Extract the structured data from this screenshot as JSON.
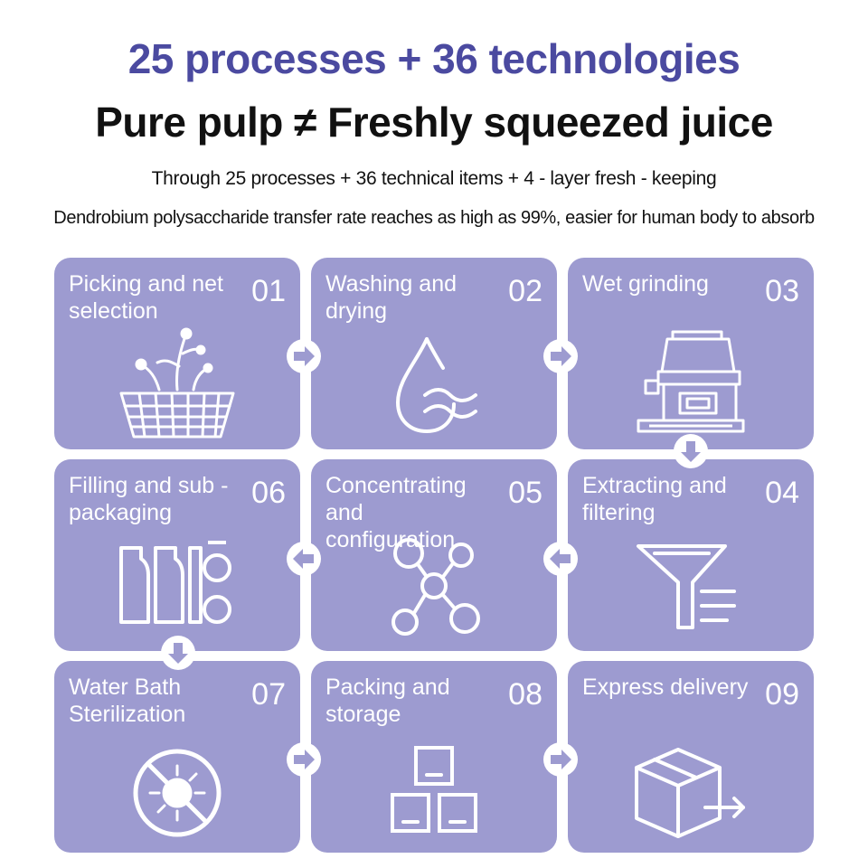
{
  "header": {
    "line1": "25 processes + 36 technologies",
    "line2": "Pure pulp ≠ Freshly squeezed juice",
    "line3": "Through 25 processes + 36 technical items + 4 - layer fresh - keeping",
    "line4": "Dendrobium polysaccharide transfer rate reaches as high as 99%, easier for human body to absorb"
  },
  "colors": {
    "title_accent": "#4b4aa0",
    "text_dark": "#111111",
    "card_bg": "#9d9bd0",
    "card_fg": "#ffffff",
    "arrow_fill": "#ffffff"
  },
  "steps": [
    {
      "num": "01",
      "title": "Picking and net selection",
      "icon": "flower-basket-icon"
    },
    {
      "num": "02",
      "title": "Washing and drying",
      "icon": "water-drop-icon"
    },
    {
      "num": "03",
      "title": "Wet grinding",
      "icon": "grinder-machine-icon"
    },
    {
      "num": "06",
      "title": "Filling and sub - packaging",
      "icon": "bottles-icon"
    },
    {
      "num": "05",
      "title": "Concentrating and configuration",
      "icon": "molecule-icon"
    },
    {
      "num": "04",
      "title": "Extracting and filtering",
      "icon": "funnel-icon"
    },
    {
      "num": "07",
      "title": "Water Bath Sterilization",
      "icon": "no-virus-icon"
    },
    {
      "num": "08",
      "title": "Packing and storage",
      "icon": "stacked-boxes-icon"
    },
    {
      "num": "09",
      "title": "Express delivery",
      "icon": "delivery-box-icon"
    }
  ]
}
